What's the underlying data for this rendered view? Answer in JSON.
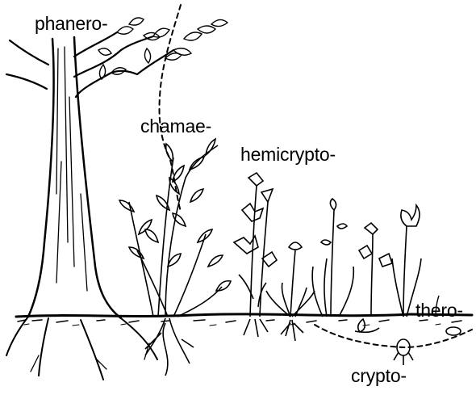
{
  "labels": {
    "phanero": "phanero-",
    "chamae": "chamae-",
    "hemicrypto": "hemicrypto-",
    "thero": "thero-",
    "crypto": "crypto-"
  },
  "colors": {
    "ink": "#000000",
    "background": "#ffffff"
  }
}
